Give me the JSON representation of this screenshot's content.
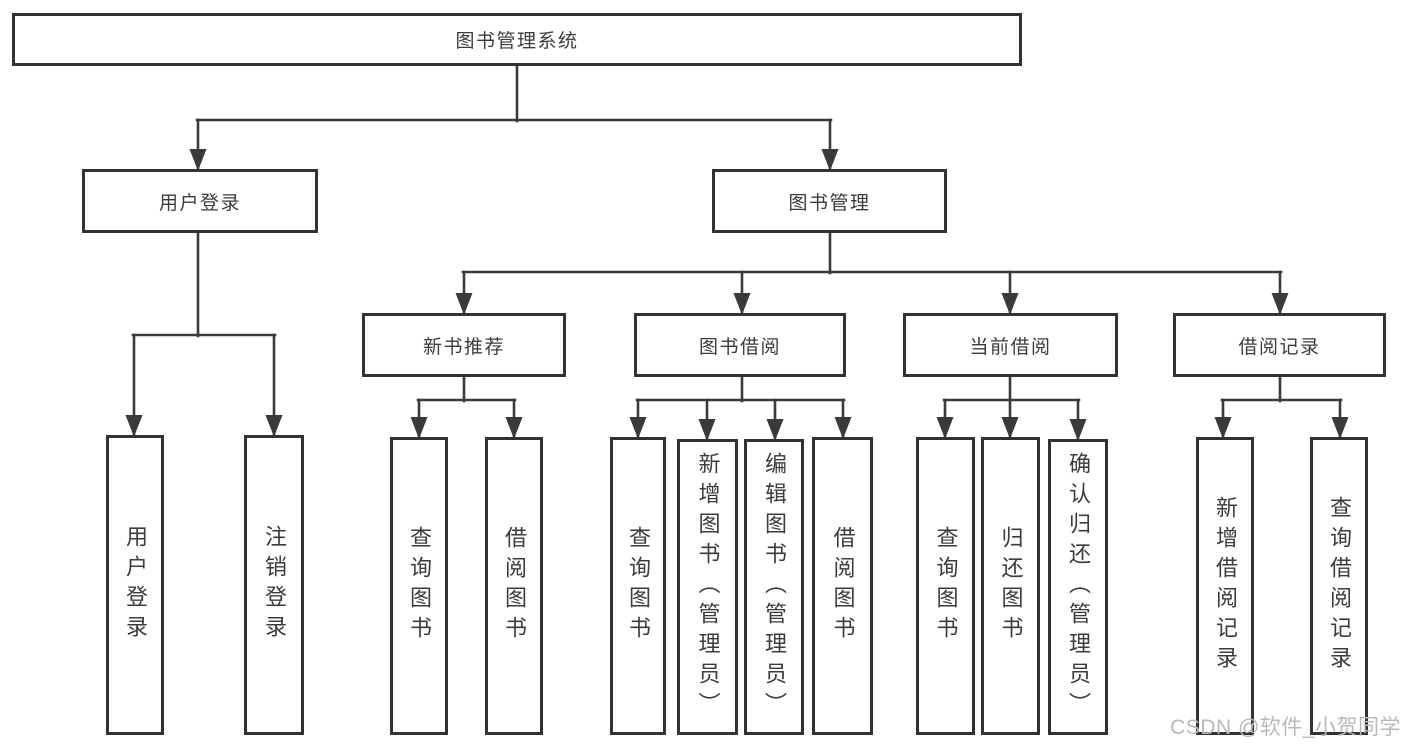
{
  "diagram": {
    "root": {
      "label": "图书管理系统"
    },
    "branches": [
      {
        "label": "用户登录"
      },
      {
        "label": "图书管理"
      }
    ],
    "modules": [
      {
        "label": "新书推荐",
        "parent": "图书管理"
      },
      {
        "label": "图书借阅",
        "parent": "图书管理"
      },
      {
        "label": "当前借阅",
        "parent": "图书管理"
      },
      {
        "label": "借阅记录",
        "parent": "图书管理"
      }
    ],
    "leaves": [
      {
        "label": "用户登录",
        "parent": "用户登录"
      },
      {
        "label": "注销登录",
        "parent": "用户登录"
      },
      {
        "label": "查询图书",
        "parent": "新书推荐"
      },
      {
        "label": "借阅图书",
        "parent": "新书推荐"
      },
      {
        "label": "查询图书",
        "parent": "图书借阅"
      },
      {
        "label": "新增图书（管理员）",
        "parent": "图书借阅"
      },
      {
        "label": "编辑图书（管理员）",
        "parent": "图书借阅"
      },
      {
        "label": "借阅图书",
        "parent": "图书借阅"
      },
      {
        "label": "查询图书",
        "parent": "当前借阅"
      },
      {
        "label": "归还图书",
        "parent": "当前借阅"
      },
      {
        "label": "确认归还（管理员）",
        "parent": "当前借阅"
      },
      {
        "label": "新增借阅记录",
        "parent": "借阅记录"
      },
      {
        "label": "查询借阅记录",
        "parent": "借阅记录"
      }
    ]
  },
  "watermark": {
    "text": "CSDN @软件_小贺同学"
  },
  "colors": {
    "line": "#3a3a3a",
    "border": "#323232",
    "fill": "#ffffff",
    "text": "#3c3c3c",
    "watermark": "#b9b9b9",
    "background": "#ffffff"
  }
}
